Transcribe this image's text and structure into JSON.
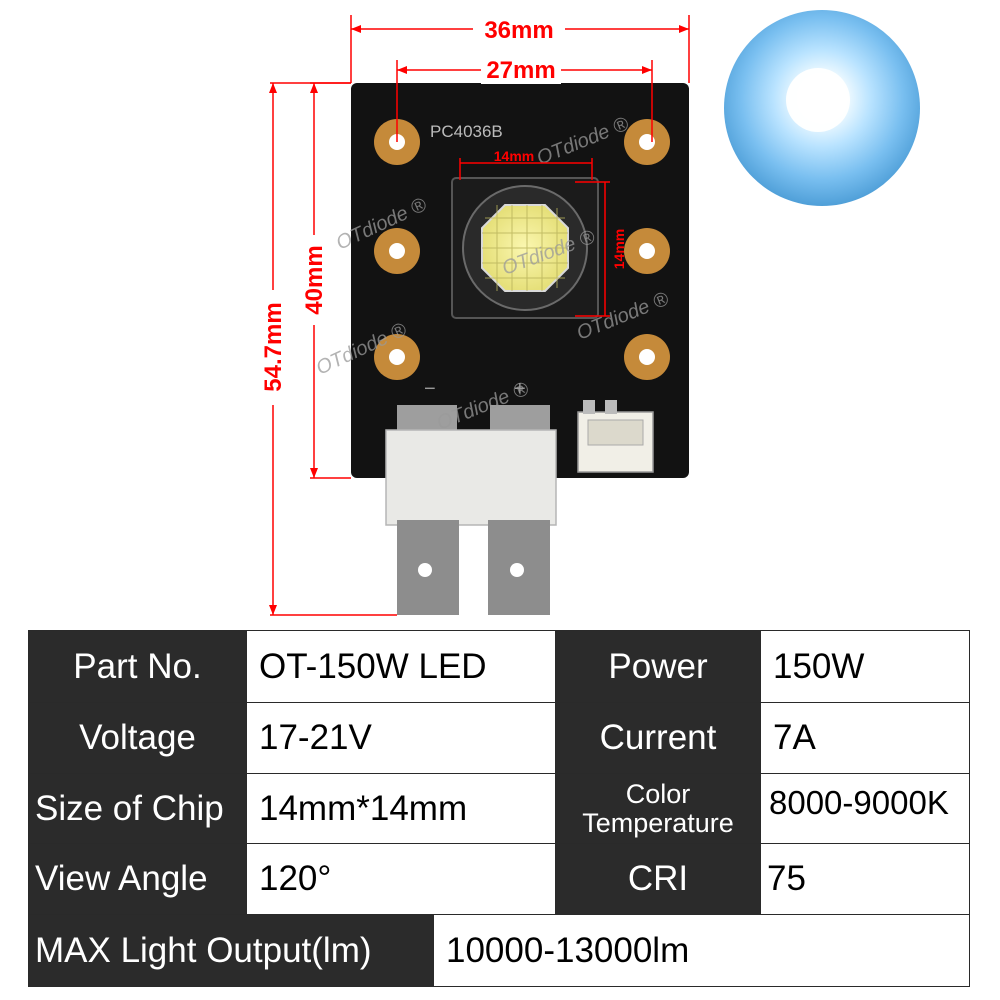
{
  "diagram": {
    "dimensions": {
      "width_outer": "36mm",
      "width_holes": "27mm",
      "height_total": "54.7mm",
      "height_board": "40mm",
      "chip_width": "14mm",
      "chip_height": "14mm"
    },
    "board_label": "PC4036B",
    "watermark": "OTdiode",
    "registered_mark": "®",
    "polarity_negative": "−",
    "polarity_positive": "+",
    "colors": {
      "dimension_red": "#ff0000",
      "board_black": "#121212",
      "copper": "#c58a3a",
      "chip_yellow": "#f4f081",
      "glow_blue": "#a9d9ff"
    }
  },
  "specs": {
    "part_no_label": "Part No.",
    "part_no_value": "OT-150W LED",
    "power_label": "Power",
    "power_value": "150W",
    "voltage_label": "Voltage",
    "voltage_value": "17-21V",
    "current_label": "Current",
    "current_value": "7A",
    "chip_size_label": "Size of Chip",
    "chip_size_value": "14mm*14mm",
    "color_temp_label_1": "Color",
    "color_temp_label_2": "Temperature",
    "color_temp_value": "8000-9000K",
    "view_angle_label": "View Angle",
    "view_angle_value": "120°",
    "cri_label": "CRI",
    "cri_value": "75",
    "max_output_label": "MAX Light Output(lm)",
    "max_output_value": "10000-13000lm"
  }
}
